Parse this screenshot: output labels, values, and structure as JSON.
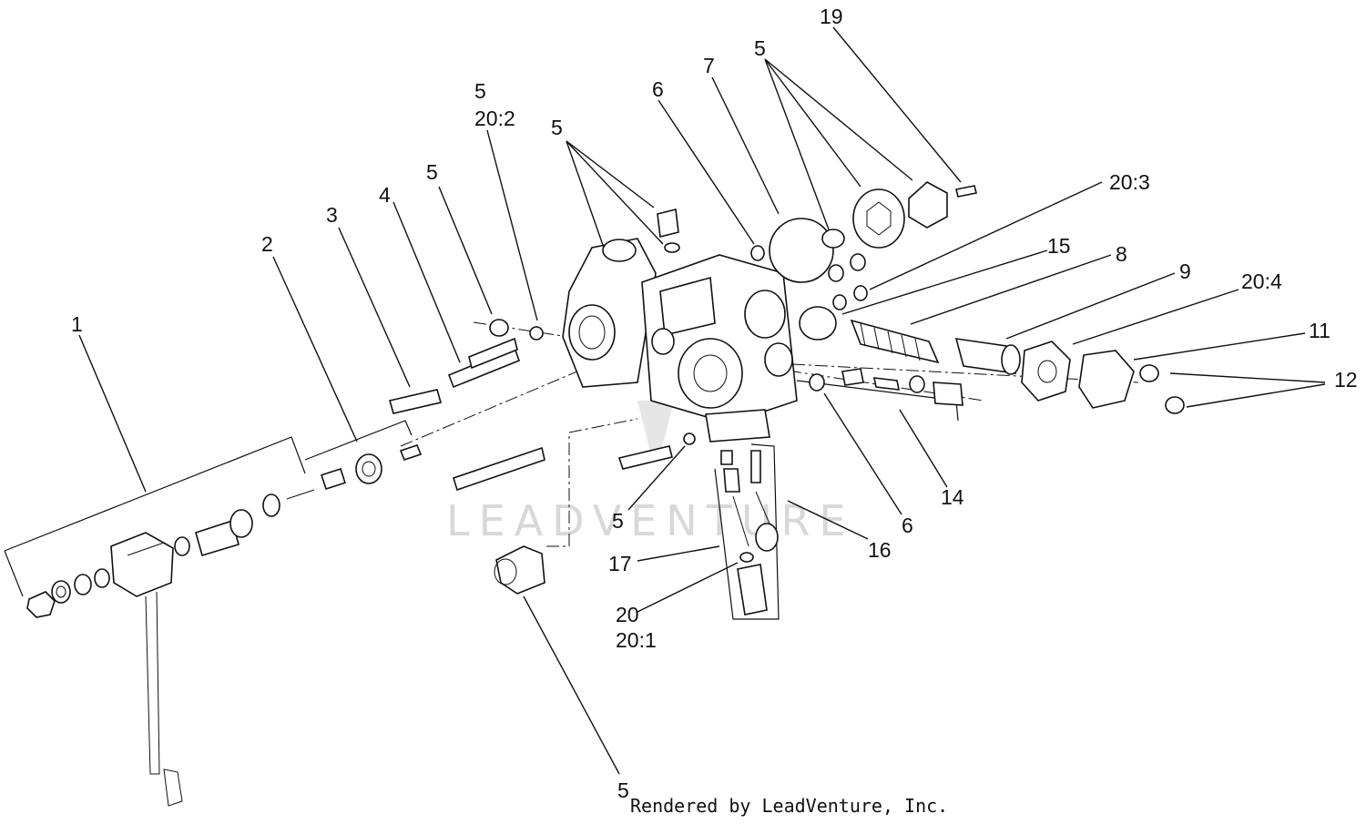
{
  "watermark": "LEADVENTURE",
  "credit": "Rendered by LeadVenture, Inc.",
  "callouts": [
    {
      "id": "c1",
      "text": "1"
    },
    {
      "id": "c2",
      "text": "2"
    },
    {
      "id": "c3",
      "text": "3"
    },
    {
      "id": "c4",
      "text": "4"
    },
    {
      "id": "c5a",
      "text": "5"
    },
    {
      "id": "c5b",
      "text": "5"
    },
    {
      "id": "c20_2",
      "text": "20:2"
    },
    {
      "id": "c5c",
      "text": "5"
    },
    {
      "id": "c6a",
      "text": "6"
    },
    {
      "id": "c7",
      "text": "7"
    },
    {
      "id": "c5d",
      "text": "5"
    },
    {
      "id": "c19",
      "text": "19"
    },
    {
      "id": "c20_3",
      "text": "20:3"
    },
    {
      "id": "c15",
      "text": "15"
    },
    {
      "id": "c8",
      "text": "8"
    },
    {
      "id": "c9",
      "text": "9"
    },
    {
      "id": "c20_4",
      "text": "20:4"
    },
    {
      "id": "c11",
      "text": "11"
    },
    {
      "id": "c12",
      "text": "12"
    },
    {
      "id": "c14",
      "text": "14"
    },
    {
      "id": "c6b",
      "text": "6"
    },
    {
      "id": "c16",
      "text": "16"
    },
    {
      "id": "c5e",
      "text": "5"
    },
    {
      "id": "c17",
      "text": "17"
    },
    {
      "id": "c20",
      "text": "20"
    },
    {
      "id": "c20_1",
      "text": "20:1"
    },
    {
      "id": "c5f",
      "text": "5"
    }
  ]
}
